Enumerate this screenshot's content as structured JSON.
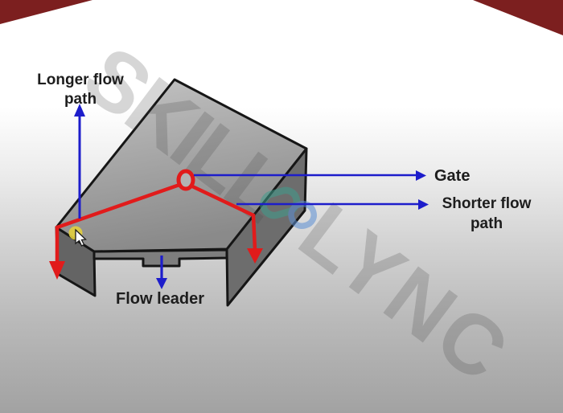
{
  "labels": {
    "longer_flow": {
      "line1": "Longer flow",
      "line2": "path"
    },
    "gate": "Gate",
    "shorter_flow": {
      "line1": "Shorter flow",
      "line2": "path"
    },
    "flow_leader": "Flow leader"
  },
  "watermark": {
    "word1": "SKILL",
    "word2": "LYNC",
    "logo": "chain-link-icon"
  },
  "icons": {
    "gate_marker": "gate-marker-circle",
    "cursor": "mouse-cursor-icon",
    "click_highlight": "yellow-click-highlight"
  },
  "colors": {
    "arrow-red": "#e11b1b",
    "arrow-blue": "#1d1dcb",
    "corner-maroon": "#7c1f1f",
    "watermark-gray": "rgba(70,70,70,0.22)",
    "chain-teal": "#3f9e8c",
    "chain-blue": "#5b8fd4",
    "highlight-yellow": "#e2cf3d",
    "label-text": "#1d1d1d",
    "part-outline": "#161616",
    "part-top-light": "#c4c4c4",
    "part-top-dark": "#8a8a8a",
    "wall-right": "#6d6d6d",
    "wall-left": "#646464",
    "wall-front": "#7e7e7e"
  }
}
